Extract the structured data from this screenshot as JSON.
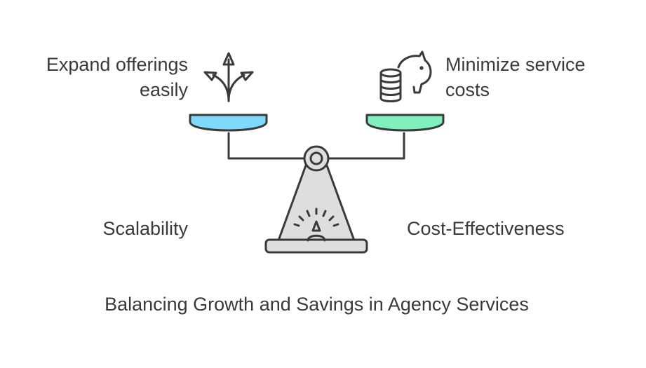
{
  "diagram": {
    "caption": "Balancing Growth and Savings in Agency Services",
    "left": {
      "benefit_lines": [
        "Expand offerings",
        "easily"
      ],
      "category": "Scalability",
      "icon": "branching-arrows-icon",
      "pan_color": "#7fd9fb"
    },
    "right": {
      "benefit_lines": [
        "Minimize service",
        "costs"
      ],
      "category": "Cost-Effectiveness",
      "icon": "piggy-bank-coins-icon",
      "pan_color": "#80f0bc"
    },
    "colors": {
      "stroke": "#3a3a3a",
      "base_fill": "#dedede"
    }
  }
}
